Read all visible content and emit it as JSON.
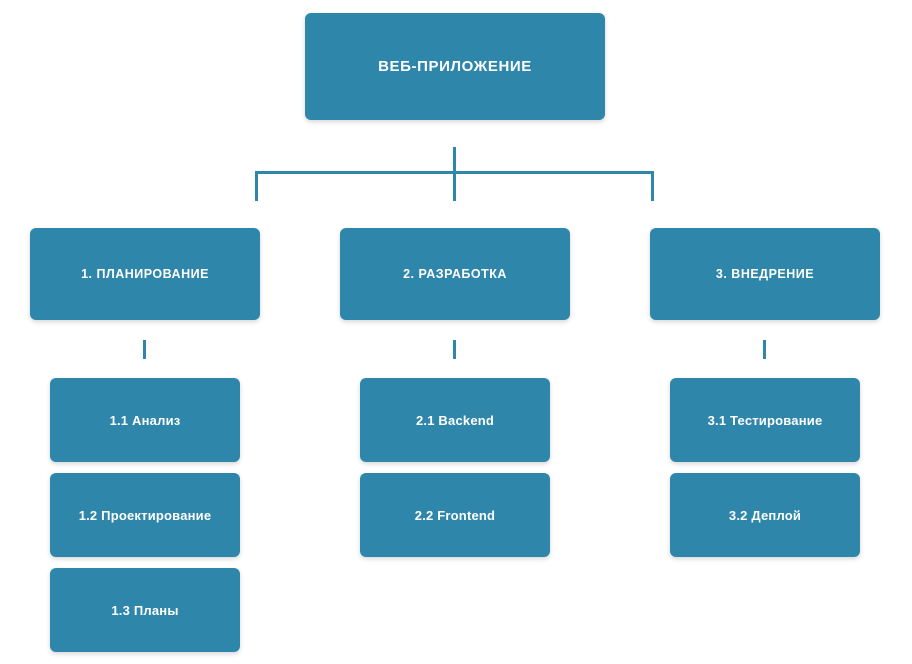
{
  "diagram": {
    "type": "hierarchy-tree",
    "levels": 3,
    "colors": {
      "node_fill": "#2E86AB",
      "connector": "#2E86AB",
      "node_text": "#FFFFFF",
      "background": "#FFFFFF"
    },
    "root": {
      "label": "ВЕБ-ПРИЛОЖЕНИЕ"
    },
    "branches": [
      {
        "label": "1. ПЛАНИРОВАНИЕ",
        "children": [
          {
            "label": "1.1 Анализ"
          },
          {
            "label": "1.2 Проектирование"
          },
          {
            "label": "1.3 Планы"
          }
        ]
      },
      {
        "label": "2. РАЗРАБОТКА",
        "children": [
          {
            "label": "2.1 Backend"
          },
          {
            "label": "2.2 Frontend"
          }
        ]
      },
      {
        "label": "3. ВНЕДРЕНИЕ",
        "children": [
          {
            "label": "3.1 Тестирование"
          },
          {
            "label": "3.2 Деплой"
          }
        ]
      }
    ]
  }
}
